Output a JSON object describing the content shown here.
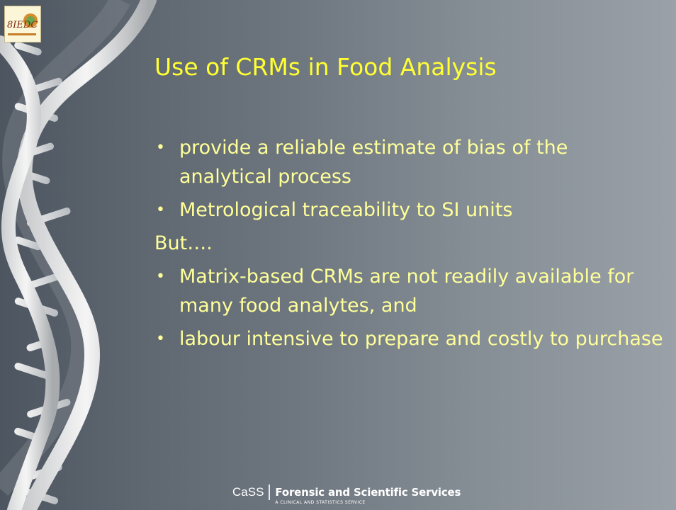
{
  "slide": {
    "title": "Use of CRMs in Food Analysis",
    "lines": [
      {
        "kind": "bullet",
        "text": "provide a reliable estimate of bias of the analytical process"
      },
      {
        "kind": "bullet",
        "text": "Metrological traceability to SI  units"
      },
      {
        "kind": "plain",
        "text": "But…."
      },
      {
        "kind": "bullet",
        "text": "Matrix-based CRMs are not readily available for many food analytes, and"
      },
      {
        "kind": "bullet",
        "text": "labour intensive to prepare and costly to purchase"
      }
    ],
    "bullet_glyph": "•"
  },
  "footer": {
    "org": "CaSS",
    "service": "Forensic and Scientific Services",
    "sub": "A CLINICAL AND STATISTICS SERVICE"
  },
  "logo": {
    "text": "8IEDC",
    "icon": "conference-logo-icon"
  },
  "colors": {
    "title": "#ffff33",
    "body": "#ffff99",
    "background_left": "#4d5560",
    "background_right": "#9aa1a8"
  }
}
